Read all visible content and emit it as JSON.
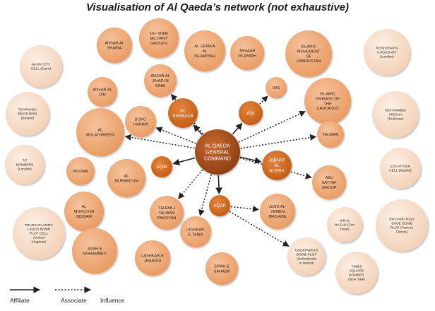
{
  "title": "Visualisation of Al Qaeda’s network (not exhaustive)",
  "legend": {
    "affiliate": "Affiliate",
    "associate": "Associate",
    "influence": "Influence"
  },
  "colors": {
    "center": "#a8501b",
    "affiliate": "#d2691e",
    "associate": "#eea674",
    "influence": "#f7dcc8",
    "edge": "#222222"
  },
  "nodes": [
    {
      "id": "center",
      "type": "center",
      "label": [
        "AL QAEDA",
        "GENERAL",
        "COMMAND"
      ]
    },
    {
      "id": "al-shabaab",
      "type": "affiliate",
      "label": [
        "AL",
        "SHABAAB"
      ]
    },
    {
      "id": "aqi",
      "type": "affiliate",
      "label": [
        "AQI"
      ]
    },
    {
      "id": "aqim",
      "type": "affiliate",
      "label": [
        "AQIM"
      ]
    },
    {
      "id": "jabhat-al-nusra",
      "type": "affiliate",
      "label": [
        "JABHAT",
        "AL",
        "NUSRA"
      ]
    },
    {
      "id": "aqap",
      "type": "affiliate",
      "label": [
        "AQAP"
      ]
    },
    {
      "id": "sinai-groups",
      "type": "associate",
      "label": [
        "10+ SINAI",
        "MILITANT",
        "GROUPS"
      ]
    },
    {
      "id": "ansar-al-sharia",
      "type": "associate",
      "label": [
        "ANSAR AL",
        "SHARIA"
      ]
    },
    {
      "id": "gemaa",
      "type": "associate",
      "label": [
        "AL GEMA’A",
        "AL",
        "ISLAMIYAH"
      ]
    },
    {
      "id": "jemaah",
      "type": "associate",
      "label": [
        "JEMAAH",
        "ISLAMIAH"
      ]
    },
    {
      "id": "imu",
      "type": "associate",
      "label": [
        "ISLAMIC",
        "MOVEMENT",
        "OF",
        "UZBEKISTAN"
      ]
    },
    {
      "id": "ansar-jihad-sinai",
      "type": "associate",
      "label": [
        "ANSAR AL",
        "JIHAD IN",
        "SINAI"
      ]
    },
    {
      "id": "ansar-al-din",
      "type": "associate",
      "label": [
        "ANSAR AL",
        "DIN"
      ]
    },
    {
      "id": "isis",
      "type": "associate",
      "label": [
        "ISIS"
      ]
    },
    {
      "id": "caucasus",
      "type": "associate",
      "label": [
        "ISLAMIC",
        "EMIRATE OF",
        "THE",
        "CAUCASUS"
      ]
    },
    {
      "id": "boko-haram",
      "type": "associate",
      "label": [
        "BOKO",
        "HARAM"
      ]
    },
    {
      "id": "mulathimeen",
      "type": "associate",
      "label": [
        "AL",
        "MULATHIMEEN"
      ]
    },
    {
      "id": "taliban",
      "type": "associate",
      "label": [
        "TALIBAN"
      ]
    },
    {
      "id": "mojwa",
      "type": "associate",
      "label": [
        "MOJWA"
      ]
    },
    {
      "id": "murabitun",
      "type": "associate",
      "label": [
        "AL",
        "MURABITUN"
      ]
    },
    {
      "id": "abu-sayyaf",
      "type": "associate",
      "label": [
        "ABU",
        "SAYYAF",
        "GROUP"
      ]
    },
    {
      "id": "muqaun",
      "type": "associate",
      "label": [
        "AL",
        "MUA’QI’UN",
        "BIDDAM"
      ]
    },
    {
      "id": "ttp",
      "type": "associate",
      "label": [
        "TEHRIK-I",
        "TALIBAN",
        "PAKISTAN"
      ]
    },
    {
      "id": "jund",
      "type": "associate",
      "label": [
        "JUND AL-",
        "YEMEN",
        "BRIGADE"
      ]
    },
    {
      "id": "jem",
      "type": "associate",
      "label": [
        "JAISH-E",
        "MOHAMMED"
      ]
    },
    {
      "id": "let",
      "type": "associate",
      "label": [
        "LASHKAR-",
        "E TAIBA"
      ]
    },
    {
      "id": "lej",
      "type": "associate",
      "label": [
        "LASHKAR-E",
        "JHANGVI"
      ]
    },
    {
      "id": "sipah",
      "type": "associate",
      "label": [
        "SIPAH-E",
        "SAHABA"
      ]
    },
    {
      "id": "underwear",
      "type": "influence",
      "label": [
        "UNDERWEAR",
        "BOMB PLOT",
        "(Netherlands",
        "to Detroit)"
      ]
    },
    {
      "id": "nasr-city",
      "type": "influence",
      "label": [
        "NASR CITY",
        "CELL (Cairo)"
      ]
    },
    {
      "id": "choudary",
      "type": "influence",
      "label": [
        "ROSHONARA",
        "CHOUDARY",
        "(London)"
      ]
    },
    {
      "id": "tsarnaev",
      "type": "influence",
      "label": [
        "TSARNAEV",
        "BROTHERS",
        "(Boston)"
      ]
    },
    {
      "id": "merah",
      "type": "influence",
      "label": [
        "MOHAMMED",
        "MERAH",
        "(Toulouse)"
      ]
    },
    {
      "id": "seven-seven",
      "type": "influence",
      "label": [
        "7/7",
        "BOMBERS",
        "(London)"
      ]
    },
    {
      "id": "madrid",
      "type": "influence",
      "label": [
        "11/3 ATTACK",
        "CELL (Madrid)"
      ]
    },
    {
      "id": "transatlantic",
      "type": "influence",
      "label": [
        "TRANSATLANTIC",
        "LIQUID BOMB",
        "PLOT CELL",
        "(United",
        "Kingdom)"
      ]
    },
    {
      "id": "reid",
      "type": "influence",
      "label": [
        "RICHARD REID",
        "SHOE BOMB",
        "PLOT (Paris to",
        "Florida)"
      ]
    },
    {
      "id": "hasan",
      "type": "influence",
      "label": [
        "NIDAL",
        "HASAN (Fort",
        "Hood)"
      ]
    },
    {
      "id": "times-square",
      "type": "influence",
      "label": [
        "TIMES",
        "SQUARE",
        "BOMBER",
        "(New York)"
      ]
    }
  ],
  "edges": [
    {
      "from": "center",
      "to": "al-shabaab",
      "kind": "affiliate"
    },
    {
      "from": "center",
      "to": "aqi",
      "kind": "affiliate"
    },
    {
      "from": "center",
      "to": "aqim",
      "kind": "affiliate"
    },
    {
      "from": "center",
      "to": "jabhat-al-nusra",
      "kind": "affiliate"
    },
    {
      "from": "center",
      "to": "aqap",
      "kind": "affiliate"
    },
    {
      "from": "center",
      "to": "ansar-jihad-sinai",
      "kind": "associate"
    },
    {
      "from": "center",
      "to": "boko-haram",
      "kind": "associate"
    },
    {
      "from": "center",
      "to": "mulathimeen",
      "kind": "associate"
    },
    {
      "from": "center",
      "to": "caucasus",
      "kind": "associate"
    },
    {
      "from": "center",
      "to": "taliban",
      "kind": "associate"
    },
    {
      "from": "center",
      "to": "abu-sayyaf",
      "kind": "associate"
    },
    {
      "from": "center",
      "to": "ttp",
      "kind": "associate"
    },
    {
      "from": "center",
      "to": "let",
      "kind": "associate"
    },
    {
      "from": "aqi",
      "to": "isis",
      "kind": "associate"
    },
    {
      "from": "aqap",
      "to": "jund",
      "kind": "associate"
    },
    {
      "from": "aqap",
      "to": "underwear",
      "kind": "associate"
    }
  ]
}
